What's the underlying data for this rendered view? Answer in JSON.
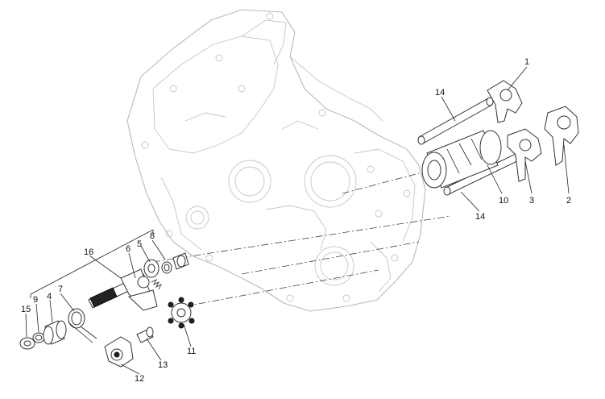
{
  "callouts": {
    "c1": "1",
    "c2": "2",
    "c3": "3",
    "c4": "4",
    "c5": "5",
    "c6": "6",
    "c7": "7",
    "c8": "8",
    "c9": "9",
    "c10": "10",
    "c11": "11",
    "c12": "12",
    "c13": "13",
    "c14a": "14",
    "c14b": "14",
    "c15": "15",
    "c16": "16"
  }
}
